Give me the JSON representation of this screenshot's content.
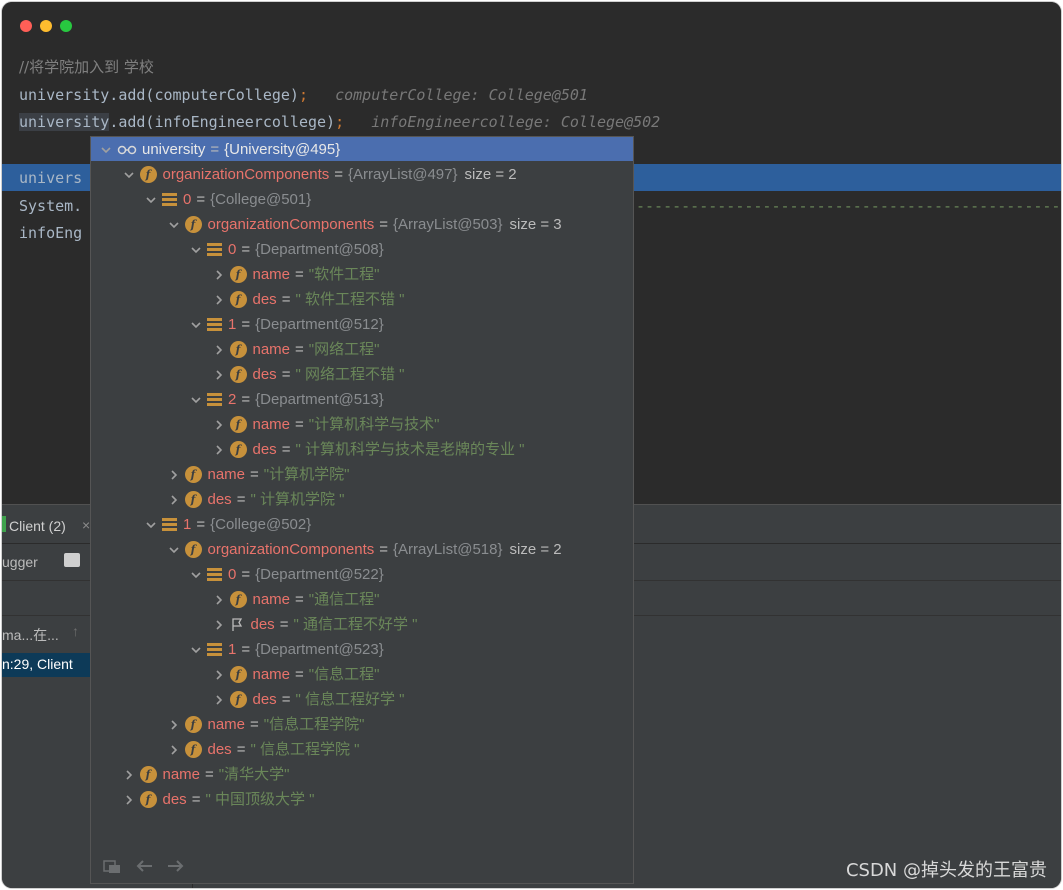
{
  "editor": {
    "comment": "//将学院加入到 学校",
    "line1": {
      "code": "university.add(computerCollege)",
      "semi": ";",
      "hint": "computerCollege: College@501"
    },
    "line2": {
      "code_a": "university",
      "code_b": ".add(infoEngineercollege)",
      "semi": ";",
      "hint": "infoEngineercollege: College@502"
    },
    "line3": "univers",
    "line4": "System.",
    "line4_tail": "-----------------------------------------------\");",
    "line5": "infoEng"
  },
  "debug_panel": {
    "tab_label": "Client (2)",
    "tab_close": "×",
    "toolbar_label": "ugger",
    "frames_label": "ma...在...",
    "selected_frame": "n:29, Client"
  },
  "popup": {
    "root": {
      "name": "university",
      "eq": "=",
      "value": "{University@495}"
    },
    "rows": [
      {
        "name": "organizationComponents",
        "eq": "=",
        "ref": "{ArrayList@497}",
        "size": "size = 2"
      },
      {
        "name": "0",
        "eq": "=",
        "ref": "{College@501}"
      },
      {
        "name": "organizationComponents",
        "eq": "=",
        "ref": "{ArrayList@503}",
        "size": "size = 3"
      },
      {
        "name": "0",
        "eq": "=",
        "ref": "{Department@508}"
      },
      {
        "name": "name",
        "eq": "=",
        "str": "\"软件工程\""
      },
      {
        "name": "des",
        "eq": "=",
        "str": "\" 软件工程不错 \""
      },
      {
        "name": "1",
        "eq": "=",
        "ref": "{Department@512}"
      },
      {
        "name": "name",
        "eq": "=",
        "str": "\"网络工程\""
      },
      {
        "name": "des",
        "eq": "=",
        "str": "\" 网络工程不错 \""
      },
      {
        "name": "2",
        "eq": "=",
        "ref": "{Department@513}"
      },
      {
        "name": "name",
        "eq": "=",
        "str": "\"计算机科学与技术\""
      },
      {
        "name": "des",
        "eq": "=",
        "str": "\" 计算机科学与技术是老牌的专业 \""
      },
      {
        "name": "name",
        "eq": "=",
        "str": "\"计算机学院\""
      },
      {
        "name": "des",
        "eq": "=",
        "str": "\" 计算机学院 \""
      },
      {
        "name": "1",
        "eq": "=",
        "ref": "{College@502}"
      },
      {
        "name": "organizationComponents",
        "eq": "=",
        "ref": "{ArrayList@518}",
        "size": "size = 2"
      },
      {
        "name": "0",
        "eq": "=",
        "ref": "{Department@522}"
      },
      {
        "name": "name",
        "eq": "=",
        "str": "\"通信工程\""
      },
      {
        "name": "des",
        "eq": "=",
        "str": "\" 通信工程不好学 \""
      },
      {
        "name": "1",
        "eq": "=",
        "ref": "{Department@523}"
      },
      {
        "name": "name",
        "eq": "=",
        "str": "\"信息工程\""
      },
      {
        "name": "des",
        "eq": "=",
        "str": "\" 信息工程好学 \""
      },
      {
        "name": "name",
        "eq": "=",
        "str": "\"信息工程学院\""
      },
      {
        "name": "des",
        "eq": "=",
        "str": "\" 信息工程学院 \""
      },
      {
        "name": "name",
        "eq": "=",
        "str": "\"清华大学\""
      },
      {
        "name": "des",
        "eq": "=",
        "str": "\" 中国顶级大学 \""
      }
    ]
  },
  "watermark": "CSDN @掉头发的王富贵"
}
